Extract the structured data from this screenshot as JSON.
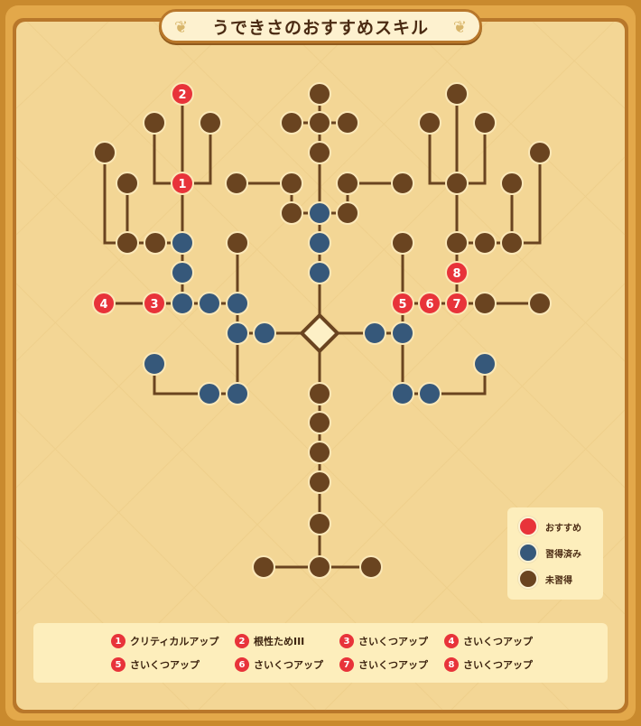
{
  "title": "うできさのおすすめスキル",
  "colors": {
    "recommended": "#e8333a",
    "learned": "#36587a",
    "unlearned": "#6a4420",
    "line": "#6a4420",
    "panel": "#f3d695",
    "frame": "#c98a2e"
  },
  "legend": [
    {
      "label": "おすすめ",
      "status": "recommended"
    },
    {
      "label": "習得済み",
      "status": "learned"
    },
    {
      "label": "未習得",
      "status": "unlearned"
    }
  ],
  "recommendations": [
    {
      "num": "1",
      "label": "クリティカルアップ"
    },
    {
      "num": "2",
      "label": "根性ためIII"
    },
    {
      "num": "3",
      "label": "さいくつアップ"
    },
    {
      "num": "4",
      "label": "さいくつアップ"
    },
    {
      "num": "5",
      "label": "さいくつアップ"
    },
    {
      "num": "6",
      "label": "さいくつアップ"
    },
    {
      "num": "7",
      "label": "さいくつアップ"
    },
    {
      "num": "8",
      "label": "さいくつアップ"
    }
  ]
}
